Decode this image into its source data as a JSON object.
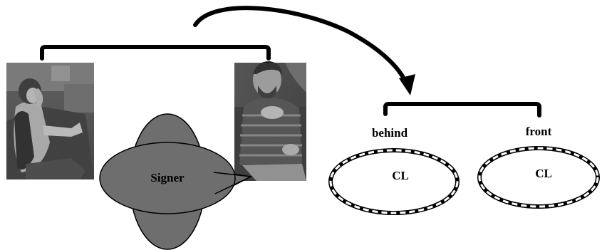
{
  "signer_label": "Signer",
  "slots": [
    {
      "position_label": "behind",
      "slot_label": "CL"
    },
    {
      "position_label": "front",
      "slot_label": "CL"
    }
  ],
  "colors": {
    "signer_fill": "#6e6e6e",
    "stroke": "#000000",
    "background": "#ffffff"
  },
  "photos": [
    {
      "depicts": "woman seated, right hand raised near face"
    },
    {
      "depicts": "bearded man seated, right hand on chest, striped sweater"
    }
  ]
}
